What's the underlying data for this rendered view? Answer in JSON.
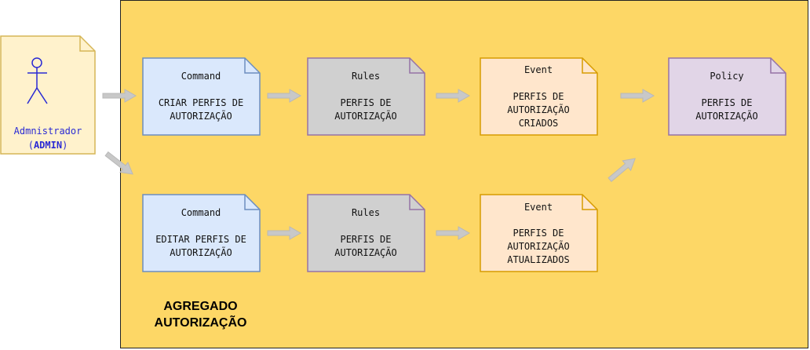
{
  "aggregate": {
    "label": "AGREGADO\nAUTORIZAÇÃO",
    "fill": "#fdd766"
  },
  "actor": {
    "name": "Admnistrador",
    "role_open": "(",
    "role": "ADMIN",
    "role_close": ")",
    "fill": "#fff2cc",
    "stroke": "#d6b656"
  },
  "rows": [
    {
      "command": {
        "type": "Command",
        "text": "CRIAR PERFIS DE\nAUTORIZAÇÃO"
      },
      "rules": {
        "type": "Rules",
        "text": "PERFIS DE\nAUTORIZAÇÃO"
      },
      "event": {
        "type": "Event",
        "text": "PERFIS DE\nAUTORIZAÇÃO\nCRIADOS"
      }
    },
    {
      "command": {
        "type": "Command",
        "text": "EDITAR PERFIS DE\nAUTORIZAÇÃO"
      },
      "rules": {
        "type": "Rules",
        "text": "PERFIS DE\nAUTORIZAÇÃO"
      },
      "event": {
        "type": "Event",
        "text": "PERFIS DE\nAUTORIZAÇÃO\nATUALIZADOS"
      }
    }
  ],
  "policy": {
    "type": "Policy",
    "text": "PERFIS DE\nAUTORIZAÇÃO"
  },
  "colors": {
    "command_fill": "#dae8fc",
    "command_stroke": "#6c8ebf",
    "rules_fill": "#d0d0d0",
    "rules_stroke": "#9673a6",
    "event_fill": "#ffe6cc",
    "event_stroke": "#d79b00",
    "policy_fill": "#e1d5e7",
    "policy_stroke": "#9673a6",
    "arrow": "#c8c8c8"
  }
}
